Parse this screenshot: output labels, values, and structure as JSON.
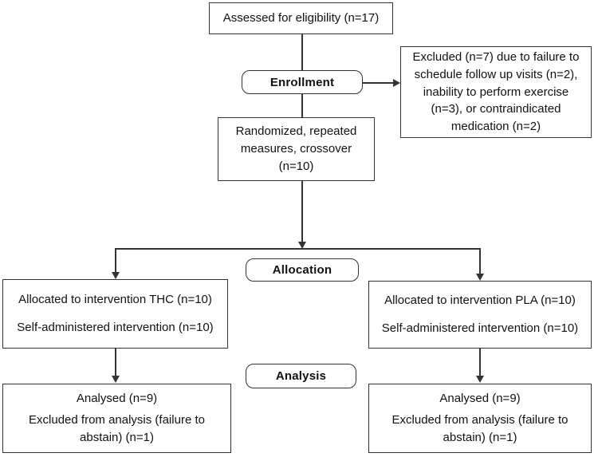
{
  "colors": {
    "line": "#333333",
    "text": "#111111",
    "background": "#ffffff"
  },
  "stage_labels": {
    "enrollment": "Enrollment",
    "allocation": "Allocation",
    "analysis": "Analysis"
  },
  "boxes": {
    "assessed": {
      "text": "Assessed for eligibility (n=17)"
    },
    "excluded": {
      "text": "Excluded (n=7) due to failure to schedule follow up visits (n=2), inability to perform exercise (n=3), or contraindicated medication (n=2)"
    },
    "randomized": {
      "text": "Randomized, repeated measures, crossover (n=10)"
    },
    "allocation_thc": {
      "line1": "Allocated to intervention THC (n=10)",
      "line2": "Self-administered intervention (n=10)"
    },
    "allocation_pla": {
      "line1": "Allocated to intervention PLA (n=10)",
      "line2": "Self-administered intervention (n=10)"
    },
    "analysis_thc": {
      "line1": "Analysed (n=9)",
      "line2": "Excluded from analysis (failure to abstain) (n=1)"
    },
    "analysis_pla": {
      "line1": "Analysed (n=9)",
      "line2": "Excluded from analysis (failure to abstain) (n=1)"
    }
  }
}
